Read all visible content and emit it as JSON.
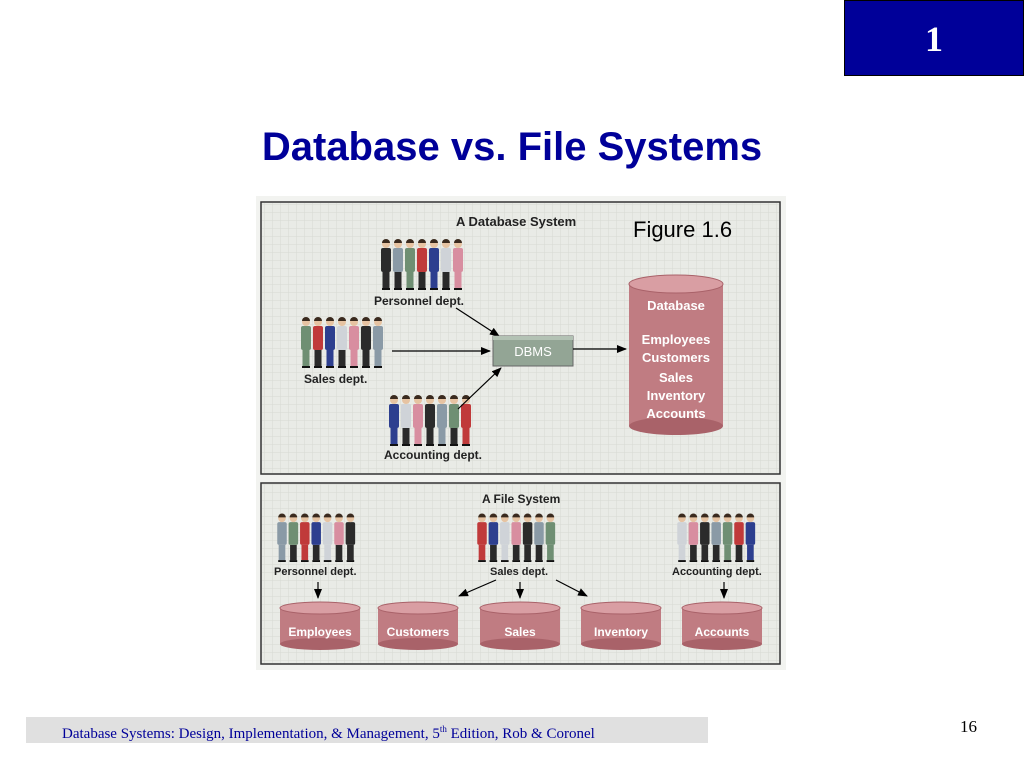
{
  "slide": {
    "chapter_number": "1",
    "title": "Database vs. File Systems",
    "page_number": "16"
  },
  "figure": {
    "caption": "Figure 1.6",
    "database_system": {
      "heading": "A Database System",
      "departments": [
        "Personnel dept.",
        "Sales dept.",
        "Accounting dept."
      ],
      "dbms_label": "DBMS",
      "database_label": "Database",
      "database_contents": [
        "Employees",
        "Customers",
        "Sales",
        "Inventory",
        "Accounts"
      ]
    },
    "file_system": {
      "heading": "A File System",
      "departments": [
        "Personnel dept.",
        "Sales dept.",
        "Accounting dept."
      ],
      "files": [
        "Employees",
        "Customers",
        "Sales",
        "Inventory",
        "Accounts"
      ]
    }
  },
  "footer": {
    "text_before": "Database Systems: Design, Implementation, & Management, 5",
    "superscript": "th",
    "text_after": " Edition, Rob & Coronel"
  },
  "colors": {
    "title": "#000099",
    "chapter_box": "#000099",
    "panel_bg": "#e9ebe6",
    "cylinder": "#c07c82",
    "dbms_box": "#93a595"
  }
}
